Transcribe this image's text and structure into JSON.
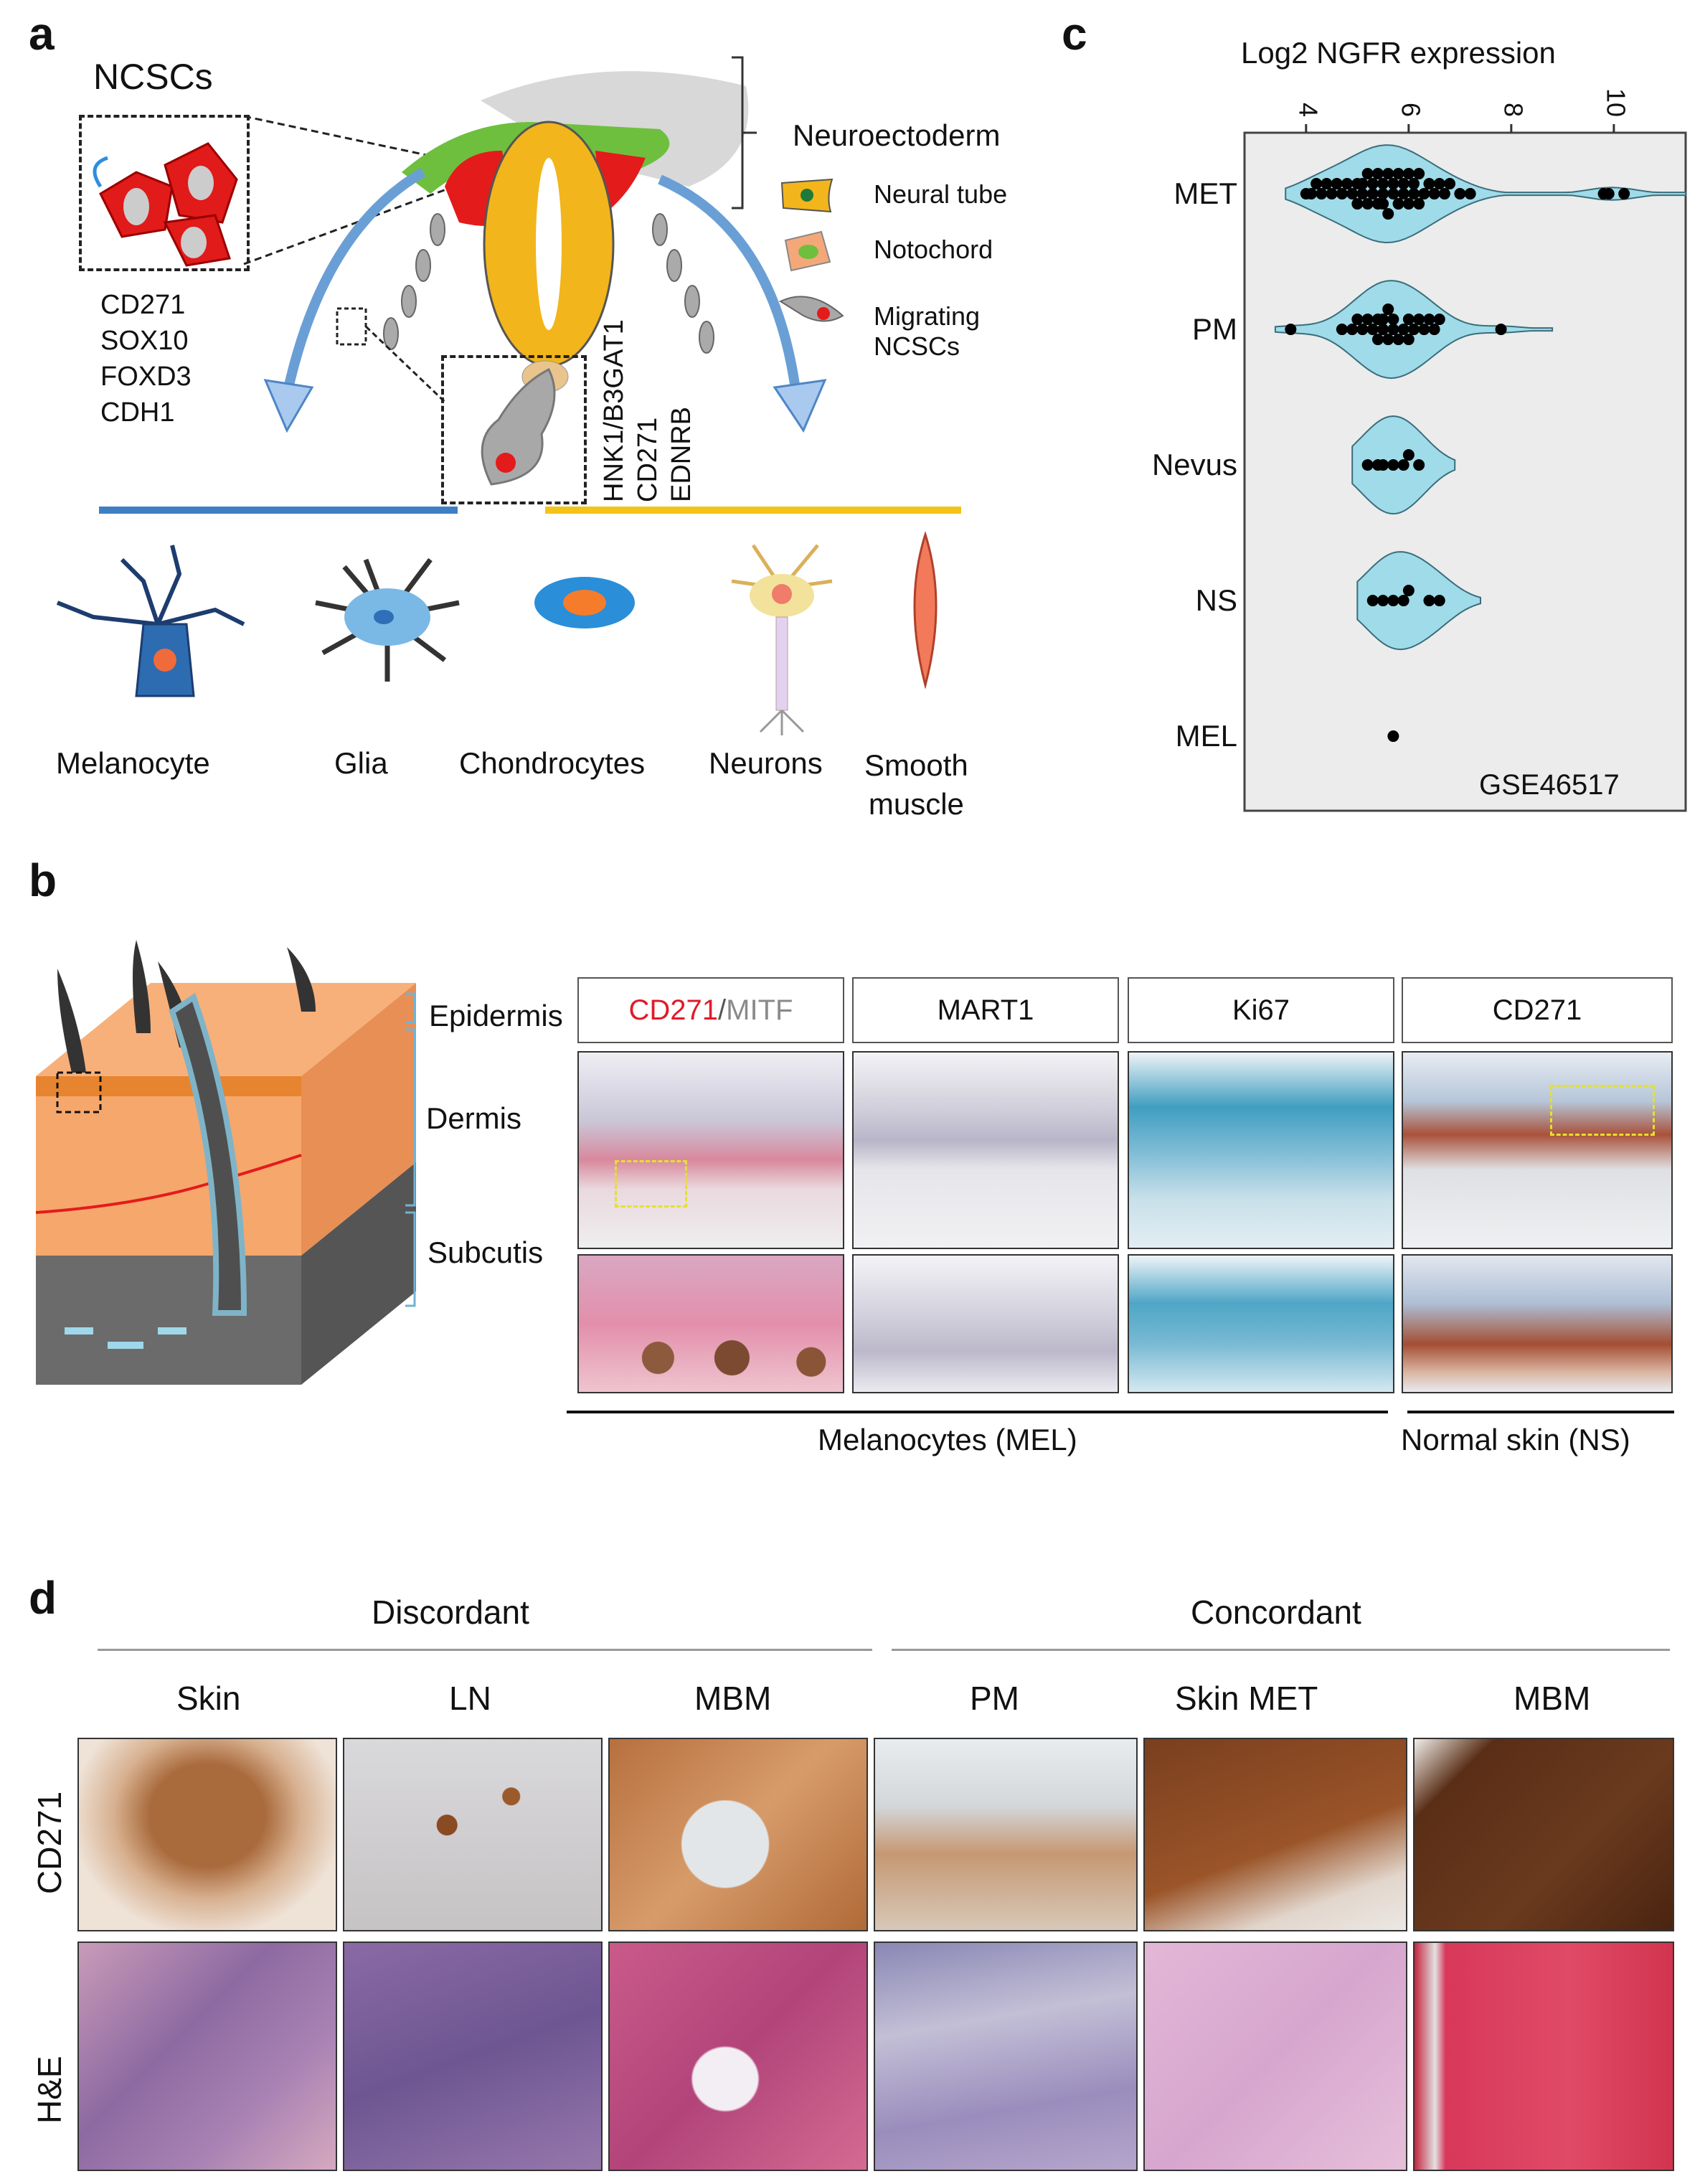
{
  "figure": {
    "panel_labels": {
      "a": "a",
      "b": "b",
      "c": "c",
      "d": "d"
    },
    "panel_a": {
      "ncsc_title": "NCSCs",
      "ncsc_markers": [
        "CD271",
        "SOX10",
        "FOXD3",
        "CDH1"
      ],
      "migrating_markers": [
        "HNK1/B3GAT1",
        "CD271",
        "EDNRB"
      ],
      "legend_title": "Neuroectoderm",
      "legend_items": [
        {
          "label": "Neural tube",
          "color": "#f2b51b",
          "icon": "neural-tube-cell-icon"
        },
        {
          "label": "Notochord",
          "color": "#f4a87a",
          "icon": "notochord-cell-icon"
        },
        {
          "label": "Migrating\nNCSCs",
          "color": "#a9a9a9",
          "icon": "migrating-ncsc-icon"
        }
      ],
      "lineage_bar_colors": {
        "left": "#3e7fc4",
        "right": "#f5c21a"
      },
      "cell_types": [
        "Melanocyte",
        "Glia",
        "Chondrocytes",
        "Neurons",
        "Smooth\nmuscle"
      ]
    },
    "panel_b": {
      "skin_layers": [
        "Epidermis",
        "Dermis",
        "Subcutis"
      ],
      "stain_headers": [
        {
          "red_part": "CD271",
          "sep": "/",
          "grey_part": "MITF"
        },
        {
          "text": "MART1"
        },
        {
          "text": "Ki67"
        },
        {
          "text": "CD271"
        }
      ],
      "group_labels": [
        "Melanocytes (MEL)",
        "Normal skin (NS)"
      ]
    },
    "panel_c": {
      "title": "Log2 NGFR expression",
      "dataset_label": "GSE46517"
    },
    "panel_d": {
      "group_headers": [
        "Discordant",
        "Concordant"
      ],
      "column_headers": [
        "Skin",
        "LN",
        "MBM",
        "PM",
        "Skin MET",
        "MBM"
      ],
      "row_labels": [
        "CD271",
        "H&E"
      ]
    }
  },
  "chart_data": {
    "type": "violin",
    "title": "Log2 NGFR expression",
    "xlabel": "Log2 NGFR expression",
    "ylabel": "",
    "x_ticks": [
      4,
      6,
      8,
      10
    ],
    "xlim": [
      2.8,
      11.4
    ],
    "categories": [
      "MET",
      "PM",
      "Nevus",
      "NS",
      "MEL"
    ],
    "fill_color": "#9fdbe8",
    "series": [
      {
        "name": "MET",
        "points": [
          4.0,
          4.1,
          4.2,
          4.3,
          4.4,
          4.5,
          4.6,
          4.7,
          4.8,
          4.9,
          5.0,
          5.0,
          5.1,
          5.1,
          5.2,
          5.2,
          5.3,
          5.3,
          5.4,
          5.4,
          5.5,
          5.5,
          5.5,
          5.6,
          5.6,
          5.7,
          5.7,
          5.8,
          5.8,
          5.9,
          5.9,
          6.0,
          6.0,
          6.1,
          6.1,
          6.2,
          6.2,
          6.3,
          6.4,
          6.5,
          6.6,
          6.7,
          6.8,
          7.0,
          7.2,
          9.8,
          9.9,
          10.2
        ],
        "violin_range": [
          3.6,
          11.4
        ]
      },
      {
        "name": "PM",
        "points": [
          3.7,
          4.7,
          4.9,
          5.0,
          5.1,
          5.2,
          5.3,
          5.4,
          5.4,
          5.5,
          5.5,
          5.6,
          5.6,
          5.7,
          5.7,
          5.8,
          5.9,
          6.0,
          6.0,
          6.1,
          6.2,
          6.3,
          6.4,
          6.5,
          6.6,
          7.8
        ],
        "violin_range": [
          3.4,
          8.8
        ]
      },
      {
        "name": "Nevus",
        "points": [
          5.2,
          5.4,
          5.5,
          5.7,
          5.9,
          6.0,
          6.2
        ],
        "violin_range": [
          4.9,
          6.9
        ]
      },
      {
        "name": "NS",
        "points": [
          5.3,
          5.5,
          5.7,
          5.9,
          6.0,
          6.4,
          6.6
        ],
        "violin_range": [
          5.0,
          7.4
        ]
      },
      {
        "name": "MEL",
        "points": [
          5.7
        ],
        "violin_range": null
      }
    ],
    "grid": false,
    "background": "#ececec"
  }
}
